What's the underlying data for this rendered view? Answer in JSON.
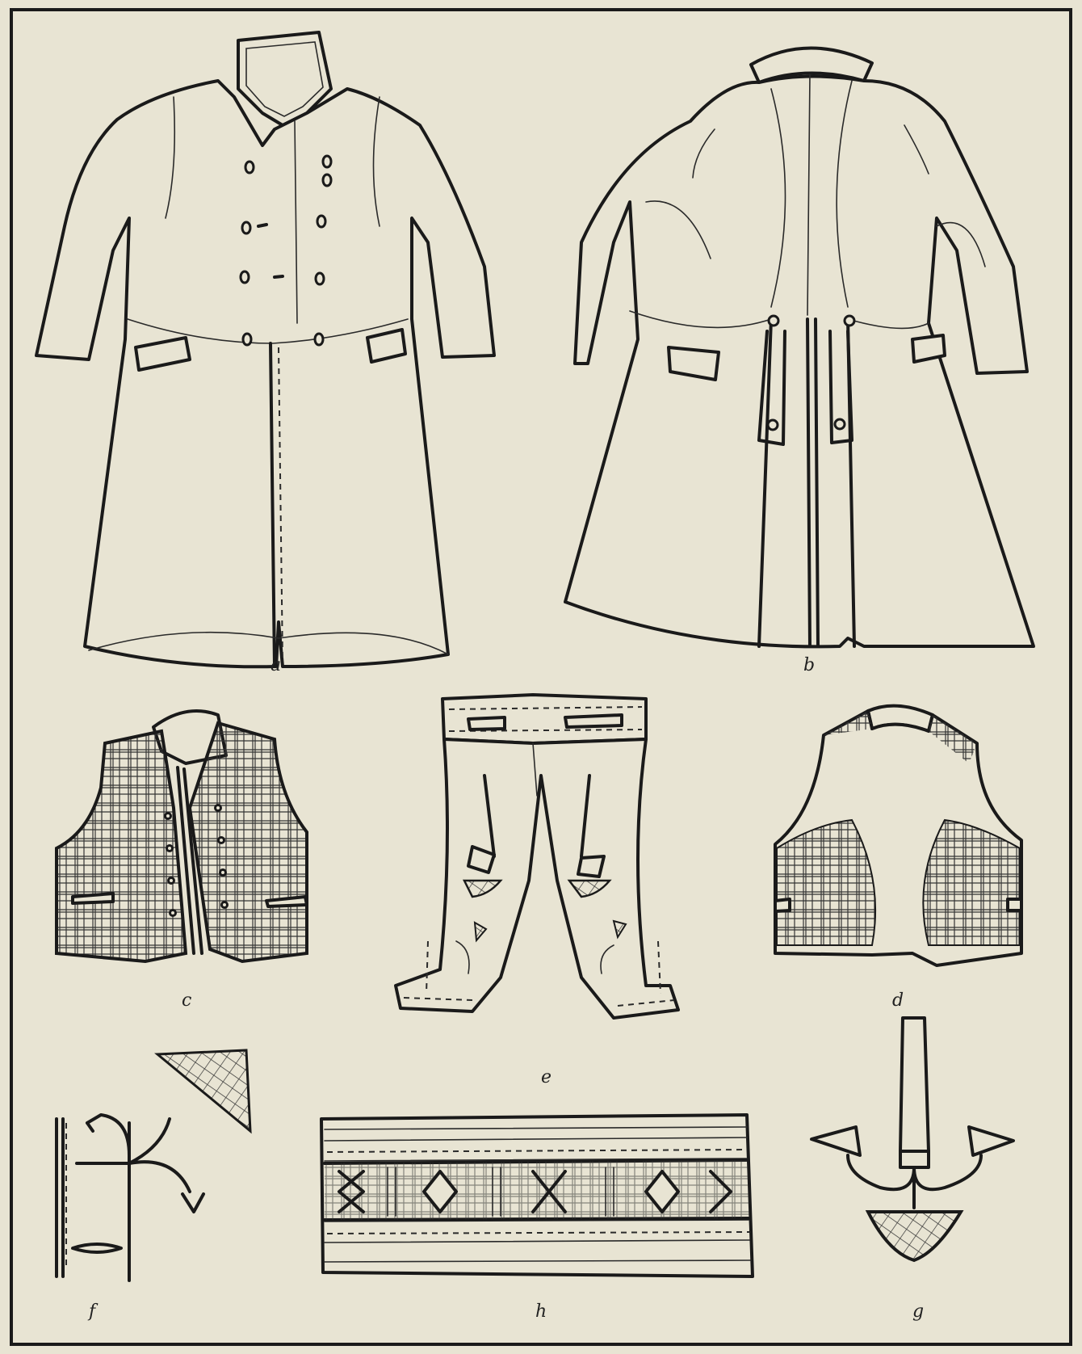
{
  "figures": {
    "a": {
      "label": "a",
      "subject": "coat-front"
    },
    "b": {
      "label": "b",
      "subject": "coat-back"
    },
    "c": {
      "label": "c",
      "subject": "waistcoat-front"
    },
    "d": {
      "label": "d",
      "subject": "waistcoat-back"
    },
    "e": {
      "label": "e",
      "subject": "breeches"
    },
    "f": {
      "label": "f",
      "subject": "embroidery-detail"
    },
    "g": {
      "label": "g",
      "subject": "embroidery-motif"
    },
    "h": {
      "label": "h",
      "subject": "braid-band"
    }
  },
  "colors": {
    "paper": "#e8e4d3",
    "ink": "#1a1a1a"
  }
}
